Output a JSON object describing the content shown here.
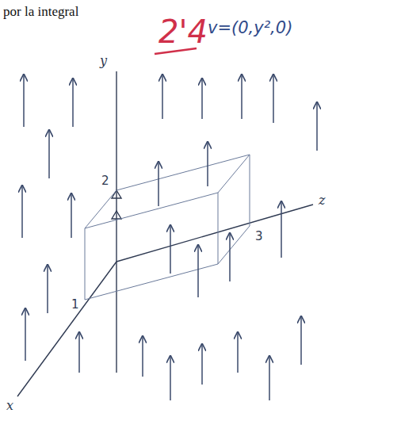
{
  "diagram": {
    "labels": [
      "por la integral",
      "2'4",
      "v=(0,y²,0)",
      "y",
      "z",
      "x",
      "2",
      "1",
      "3"
    ]
  }
}
